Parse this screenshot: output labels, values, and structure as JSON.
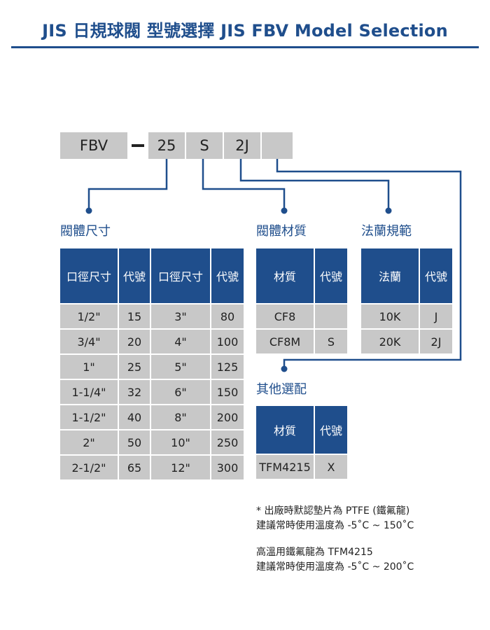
{
  "title": "JIS 日規球閥 型號選擇 JIS FBV Model Selection",
  "model_code": {
    "series": "FBV",
    "size": "25",
    "material": "S",
    "flange": "2J",
    "option": ""
  },
  "sections": {
    "body_size": "閥體尺寸",
    "body_material": "閥體材質",
    "flange_spec": "法蘭規範",
    "other_option": "其他選配"
  },
  "size_table": {
    "headers": [
      "口徑尺寸",
      "代號",
      "口徑尺寸",
      "代號"
    ],
    "rows": [
      [
        "1/2\"",
        "15",
        "3\"",
        "80"
      ],
      [
        "3/4\"",
        "20",
        "4\"",
        "100"
      ],
      [
        "1\"",
        "25",
        "5\"",
        "125"
      ],
      [
        "1-1/4\"",
        "32",
        "6\"",
        "150"
      ],
      [
        "1-1/2\"",
        "40",
        "8\"",
        "200"
      ],
      [
        "2\"",
        "50",
        "10\"",
        "250"
      ],
      [
        "2-1/2\"",
        "65",
        "12\"",
        "300"
      ]
    ]
  },
  "material_table": {
    "headers": [
      "材質",
      "代號"
    ],
    "rows": [
      [
        "CF8",
        ""
      ],
      [
        "CF8M",
        "S"
      ]
    ]
  },
  "flange_table": {
    "headers": [
      "法蘭",
      "代號"
    ],
    "rows": [
      [
        "10K",
        "J"
      ],
      [
        "20K",
        "2J"
      ]
    ]
  },
  "option_table": {
    "headers": [
      "材質",
      "代號"
    ],
    "rows": [
      [
        "TFM4215",
        "X"
      ]
    ]
  },
  "notes": {
    "line1": "* 出廠時默認墊片為 PTFE (鐵氟龍)",
    "line2": "建議常時使用溫度為 -5˚C ~ 150˚C",
    "line3": "高溫用鐵氟龍為 TFM4215",
    "line4": "建議常時使用溫度為 -5˚C ~ 200˚C"
  },
  "colors": {
    "accent": "#1f4e8c",
    "cell": "#c8c8c8"
  }
}
